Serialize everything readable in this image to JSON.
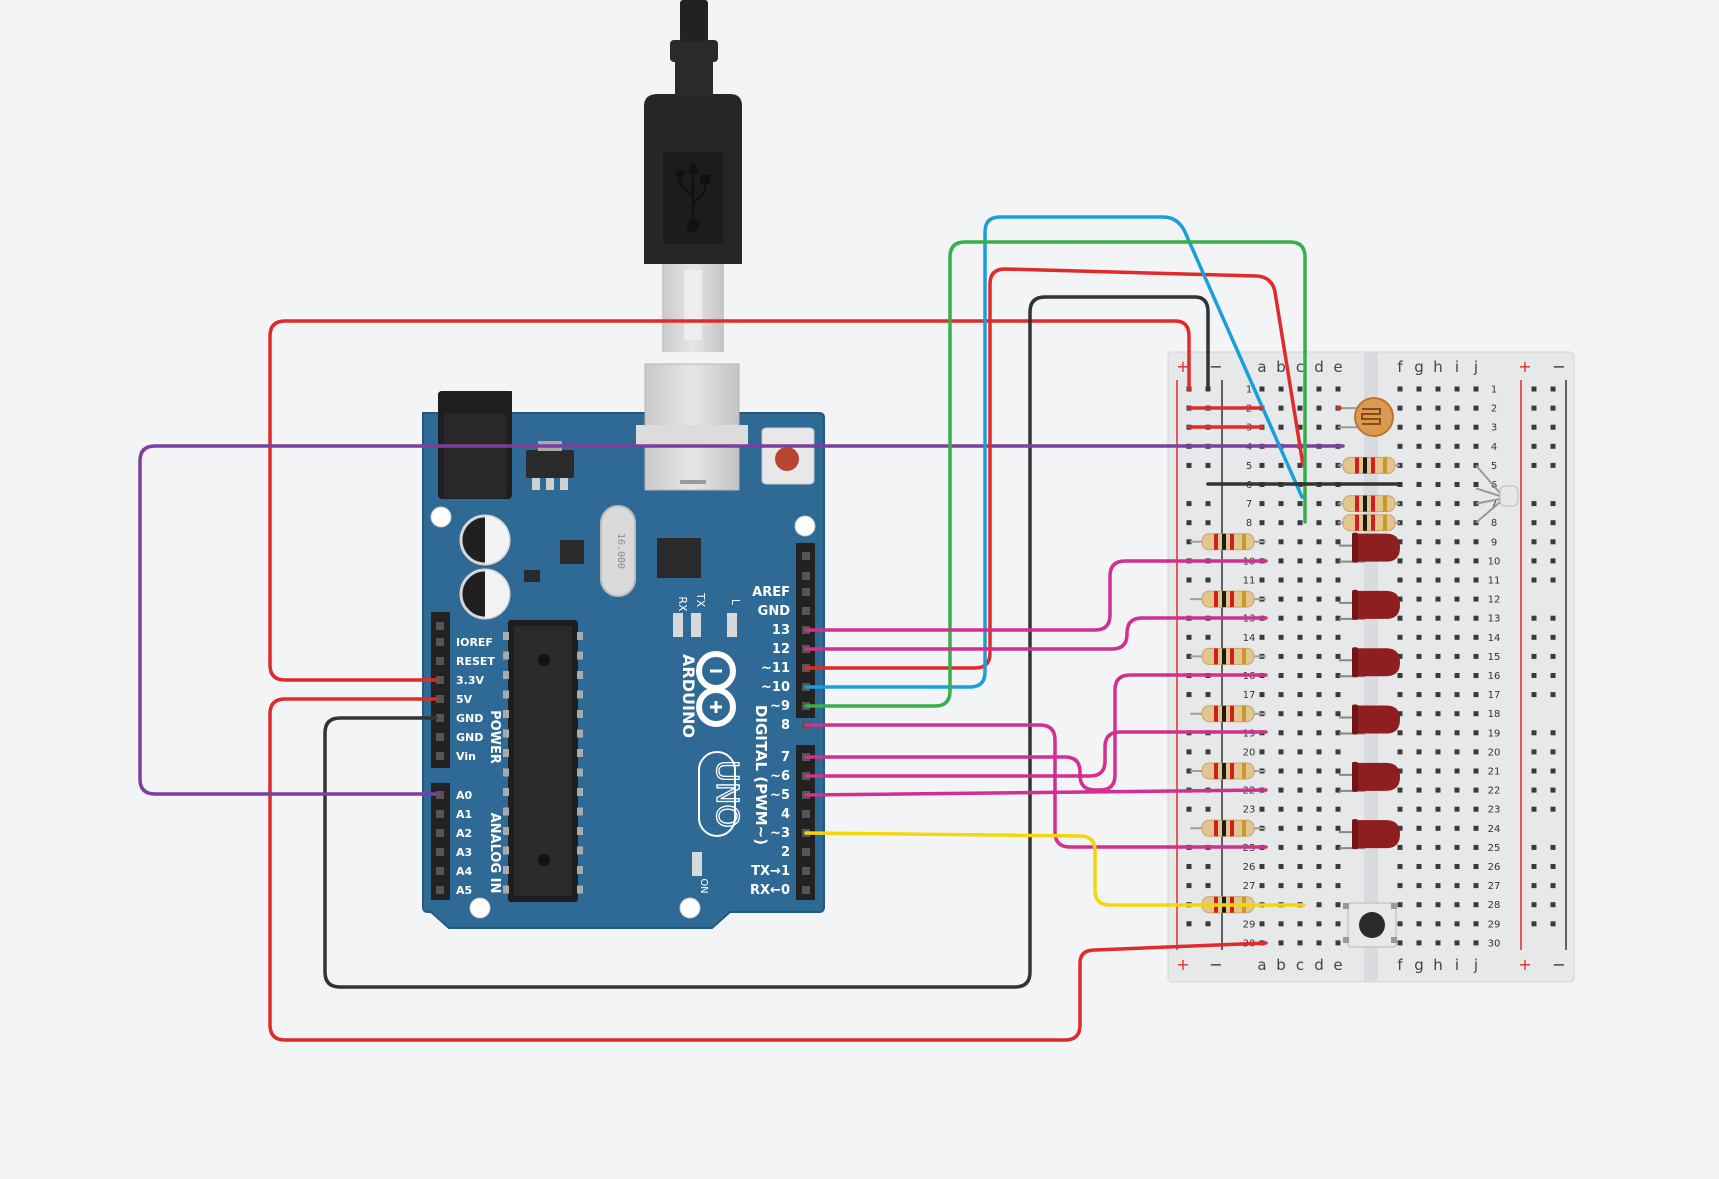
{
  "colors": {
    "background": "#f3f4f6",
    "board": "#2f6a97",
    "board_edge": "#24597f",
    "wire_red": "#e02b2b",
    "wire_black": "#333333",
    "wire_purple": "#7b3f9e",
    "wire_magenta": "#d22f8f",
    "wire_blue": "#1a9fd8",
    "wire_green": "#35b04a",
    "wire_yellow": "#f5d60a",
    "led": "#8f1e1e",
    "resistor": "#e3c590",
    "breadboard": "#e7e8ea"
  },
  "arduino": {
    "brand": "ARDUINO",
    "model": "UNO",
    "digital_title": "DIGITAL (PWM~)",
    "power_title": "POWER",
    "analog_title": "ANALOG IN",
    "led_labels": [
      "RX",
      "TX",
      "L"
    ],
    "on_label": "ON",
    "crystal_label": "16.000",
    "power_pins": [
      "IOREF",
      "RESET",
      "3.3V",
      "5V",
      "GND",
      "GND",
      "Vin"
    ],
    "analog_pins": [
      "A0",
      "A1",
      "A2",
      "A3",
      "A4",
      "A5"
    ],
    "digital_pins_top": [
      "AREF",
      "GND",
      "13",
      "12",
      "~11",
      "~10",
      "~9",
      "8"
    ],
    "digital_pins_bottom": [
      "7",
      "~6",
      "~5",
      "4",
      "~3",
      "2",
      "TX→1",
      "RX←0"
    ]
  },
  "usb": {
    "icon": "usb-icon"
  },
  "breadboard": {
    "columns_left": [
      "a",
      "b",
      "c",
      "d",
      "e"
    ],
    "columns_right": [
      "f",
      "g",
      "h",
      "i",
      "j"
    ],
    "plus": "+",
    "minus": "−",
    "rows": [
      "1",
      "2",
      "3",
      "4",
      "5",
      "6",
      "7",
      "8",
      "9",
      "10",
      "11",
      "12",
      "13",
      "14",
      "15",
      "16",
      "17",
      "18",
      "19",
      "20",
      "21",
      "22",
      "23",
      "24",
      "25",
      "26",
      "27",
      "28",
      "29",
      "30"
    ]
  },
  "components": {
    "photoresistor": "photoresistor-icon",
    "rgb_led": "rgb-led-icon",
    "push_button": "push-button-icon",
    "led_count": 6,
    "resistor_count": 10
  }
}
